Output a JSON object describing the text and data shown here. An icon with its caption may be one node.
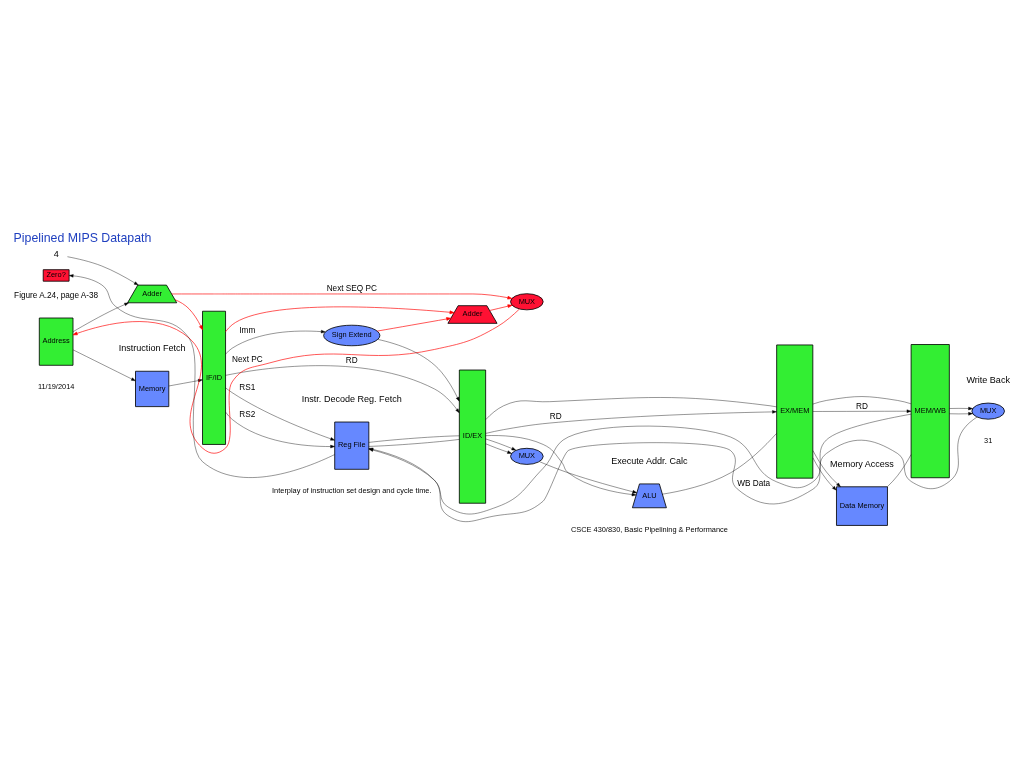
{
  "diagram": {
    "title": "Pipelined MIPS Datapath",
    "nodes": [
      {
        "text": [
          "Address"
        ]
      },
      {
        "text": [
          "Adder"
        ]
      },
      {
        "text": [
          "4"
        ]
      },
      {
        "text": [
          "Memory"
        ]
      },
      {
        "text": [
          "IF/ID"
        ]
      },
      {
        "text": [
          "Adder"
        ]
      },
      {
        "text": [
          "MUX"
        ]
      },
      {
        "text": [
          "Zero?"
        ]
      },
      {
        "text": [
          "Reg File"
        ]
      },
      {
        "text": [
          "Sign Extend"
        ]
      },
      {
        "text": [
          "ID/EX"
        ]
      },
      {
        "text": [
          "MUX"
        ]
      },
      {
        "text": [
          "ALU"
        ]
      },
      {
        "text": [
          "EX/MEM"
        ]
      },
      {
        "text": [
          "Data Memory"
        ]
      },
      {
        "text": [
          "MEM/WB"
        ]
      },
      {
        "text": [
          "MUX"
        ]
      }
    ],
    "edges": [
      {
        "from": 0,
        "to": 1,
        "arrow": "to"
      },
      {
        "from": 0,
        "to": 3,
        "arrow": "to"
      },
      {
        "from": 2,
        "to": 1,
        "arrow": "to"
      },
      {
        "from": 1,
        "to": 4,
        "arrow": "to",
        "color": "#ff0000"
      },
      {
        "from": 1,
        "to": 6,
        "label": "Next SEQ PC",
        "arrow": "to",
        "color": "#ff0000"
      },
      {
        "from": 6,
        "to": 0,
        "label": "Next PC",
        "arrow": "to",
        "color": "#ff0000"
      },
      {
        "from": 3,
        "to": 4,
        "arrow": "to"
      },
      {
        "from": 4,
        "to": 5,
        "arrow": "to",
        "color": "#ff0000"
      },
      {
        "from": 4,
        "to": 8,
        "label": "RS1",
        "arrow": "to"
      },
      {
        "from": 4,
        "to": 8,
        "label": "RS2",
        "arrow": "to"
      },
      {
        "from": 4,
        "to": 9,
        "label": "Imm",
        "arrow": "to"
      },
      {
        "from": 4,
        "to": 10,
        "label": "RD",
        "arrow": "to"
      },
      {
        "from": 5,
        "to": 6,
        "arrow": "to",
        "color": "#ff0000"
      },
      {
        "from": 9,
        "to": 5,
        "arrow": "to",
        "color": "#ff0000"
      },
      {
        "from": 8,
        "to": 7,
        "arrow": "to"
      },
      {
        "from": 8,
        "to": 10,
        "arrow": "none"
      },
      {
        "from": 8,
        "to": 10,
        "arrow": "none"
      },
      {
        "from": 9,
        "to": 10,
        "arrow": "to"
      },
      {
        "from": 10,
        "to": 12,
        "arrow": "to"
      },
      {
        "from": 10,
        "to": 11,
        "arrow": "to"
      },
      {
        "from": 10,
        "to": 11,
        "arrow": "to"
      },
      {
        "from": 11,
        "to": 12,
        "arrow": "to"
      },
      {
        "from": 10,
        "to": 13,
        "arrow": "none"
      },
      {
        "from": 10,
        "to": 13,
        "label": "RD",
        "arrow": "to"
      },
      {
        "from": 12,
        "to": 13,
        "arrow": "none"
      },
      {
        "from": 13,
        "to": 14,
        "arrow": "to"
      },
      {
        "from": 13,
        "to": 14,
        "arrow": "to"
      },
      {
        "from": 13,
        "to": 15,
        "arrow": "none"
      },
      {
        "from": 13,
        "to": 15,
        "label": "RD",
        "arrow": "to"
      },
      {
        "from": 14,
        "to": 15,
        "arrow": "none"
      },
      {
        "from": 15,
        "to": 16,
        "arrow": "to"
      },
      {
        "from": 15,
        "to": 16,
        "arrow": "to"
      },
      {
        "from": 16,
        "to": 8,
        "label": "WB Data",
        "arrow": "to"
      },
      {
        "from": 15,
        "to": 8,
        "arrow": "to"
      }
    ],
    "labels": [
      "Figure A.24, page A-38",
      "Instruction Fetch",
      "Instr. Decode Reg. Fetch",
      "Execute Addr. Calc",
      "Memory Access",
      "Write Back",
      "Interplay of instruction set design and cycle time.",
      "11/19/2014",
      "CSCE 430/830, Basic Pipelining & Performance",
      "31"
    ]
  }
}
